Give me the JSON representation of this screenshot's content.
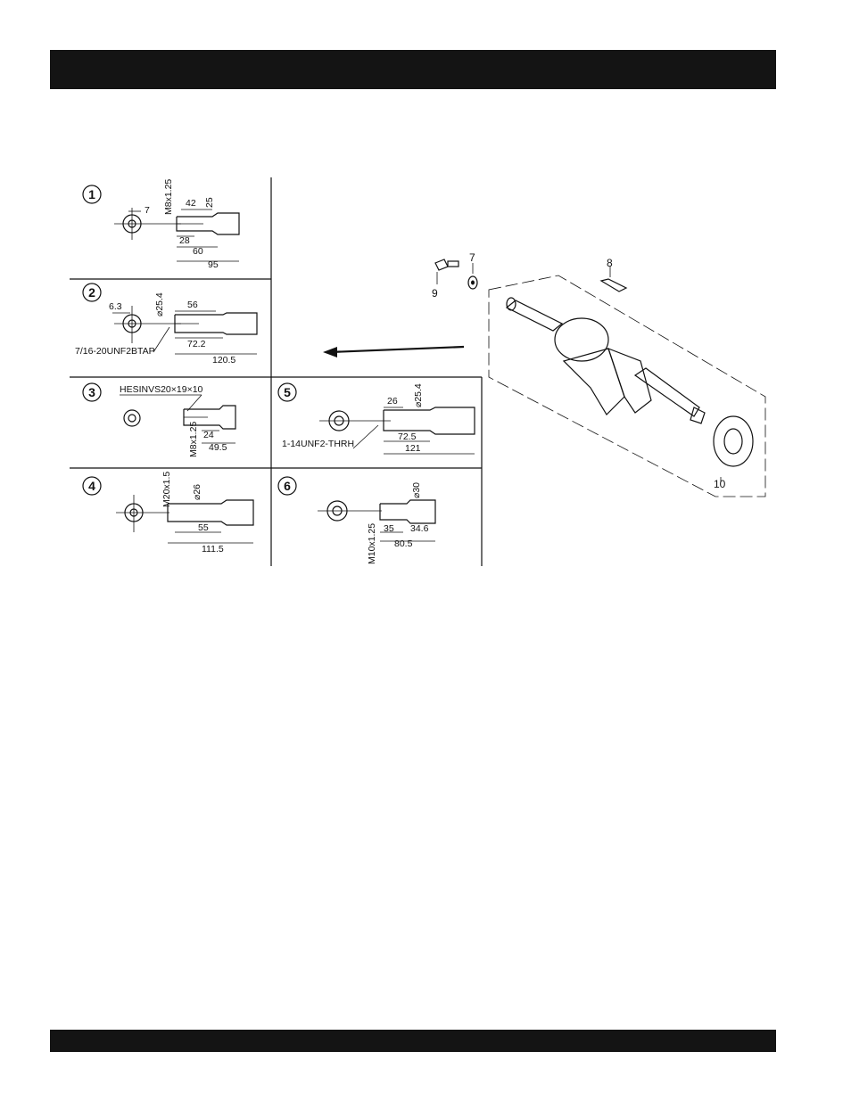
{
  "header": {
    "title": ""
  },
  "footer": {
    "text": ""
  },
  "shaft_options": [
    {
      "number": "1",
      "labels": {
        "thread": "M8x1.25",
        "d1": "42",
        "d2": "25",
        "d3": "28",
        "d4": "60",
        "d5": "95",
        "d6": "7"
      }
    },
    {
      "number": "2",
      "labels": {
        "dia": "⌀25.4",
        "d1": "56",
        "d2": "6.3",
        "d3": "72.2",
        "d4": "120.5",
        "tap": "7/16-20UNF2BTAP"
      }
    },
    {
      "number": "3",
      "labels": {
        "key": "HESINVS20×19×10",
        "thread": "M8x1.25",
        "d1": "24",
        "d2": "49.5"
      }
    },
    {
      "number": "4",
      "labels": {
        "thread": "M20x1.5",
        "dia": "⌀26",
        "d1": "55",
        "d2": "111.5"
      }
    },
    {
      "number": "5",
      "labels": {
        "dia": "⌀25.4",
        "d1": "26",
        "d2": "72.5",
        "d3": "121",
        "thread": "1-14UNF2-THRH"
      }
    },
    {
      "number": "6",
      "labels": {
        "dia": "⌀30",
        "thread": "M10x1.25",
        "d1": "35",
        "d2": "34.6",
        "d3": "80.5"
      }
    }
  ],
  "exploded_view": {
    "callouts": [
      "7",
      "8",
      "9",
      "10"
    ]
  }
}
